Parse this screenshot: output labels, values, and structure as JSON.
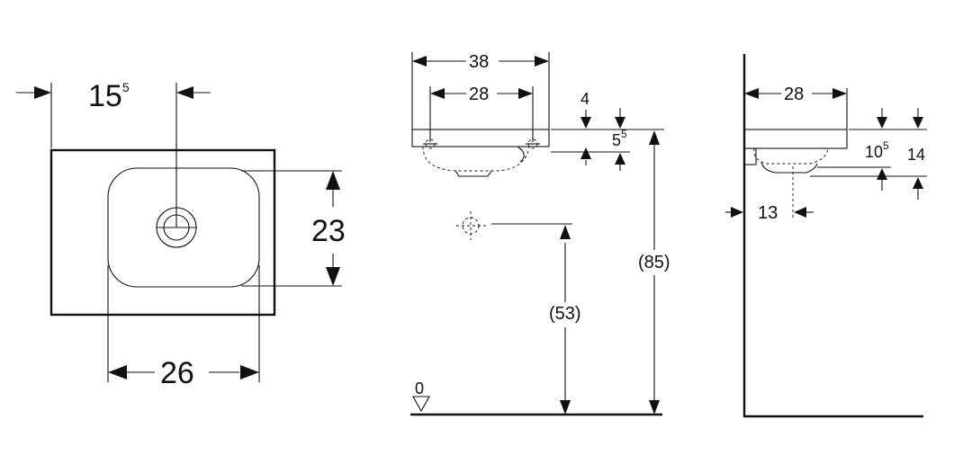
{
  "plan_view": {
    "drain_offset": {
      "main": "15",
      "sup": "5"
    },
    "bowl_depth": "23",
    "bowl_width": "26"
  },
  "front_view": {
    "overall_width": "38",
    "hole_spacing": "28",
    "rim_top": "4",
    "rim_height": {
      "main": "5",
      "sup": "5"
    },
    "drain_height": "(53)",
    "rim_height_floor": "(85)",
    "floor_level": "0"
  },
  "side_view": {
    "projection": "28",
    "rim_thickness": {
      "main": "10",
      "sup": "5"
    },
    "total_height": "14",
    "drain_from_wall": "13"
  }
}
